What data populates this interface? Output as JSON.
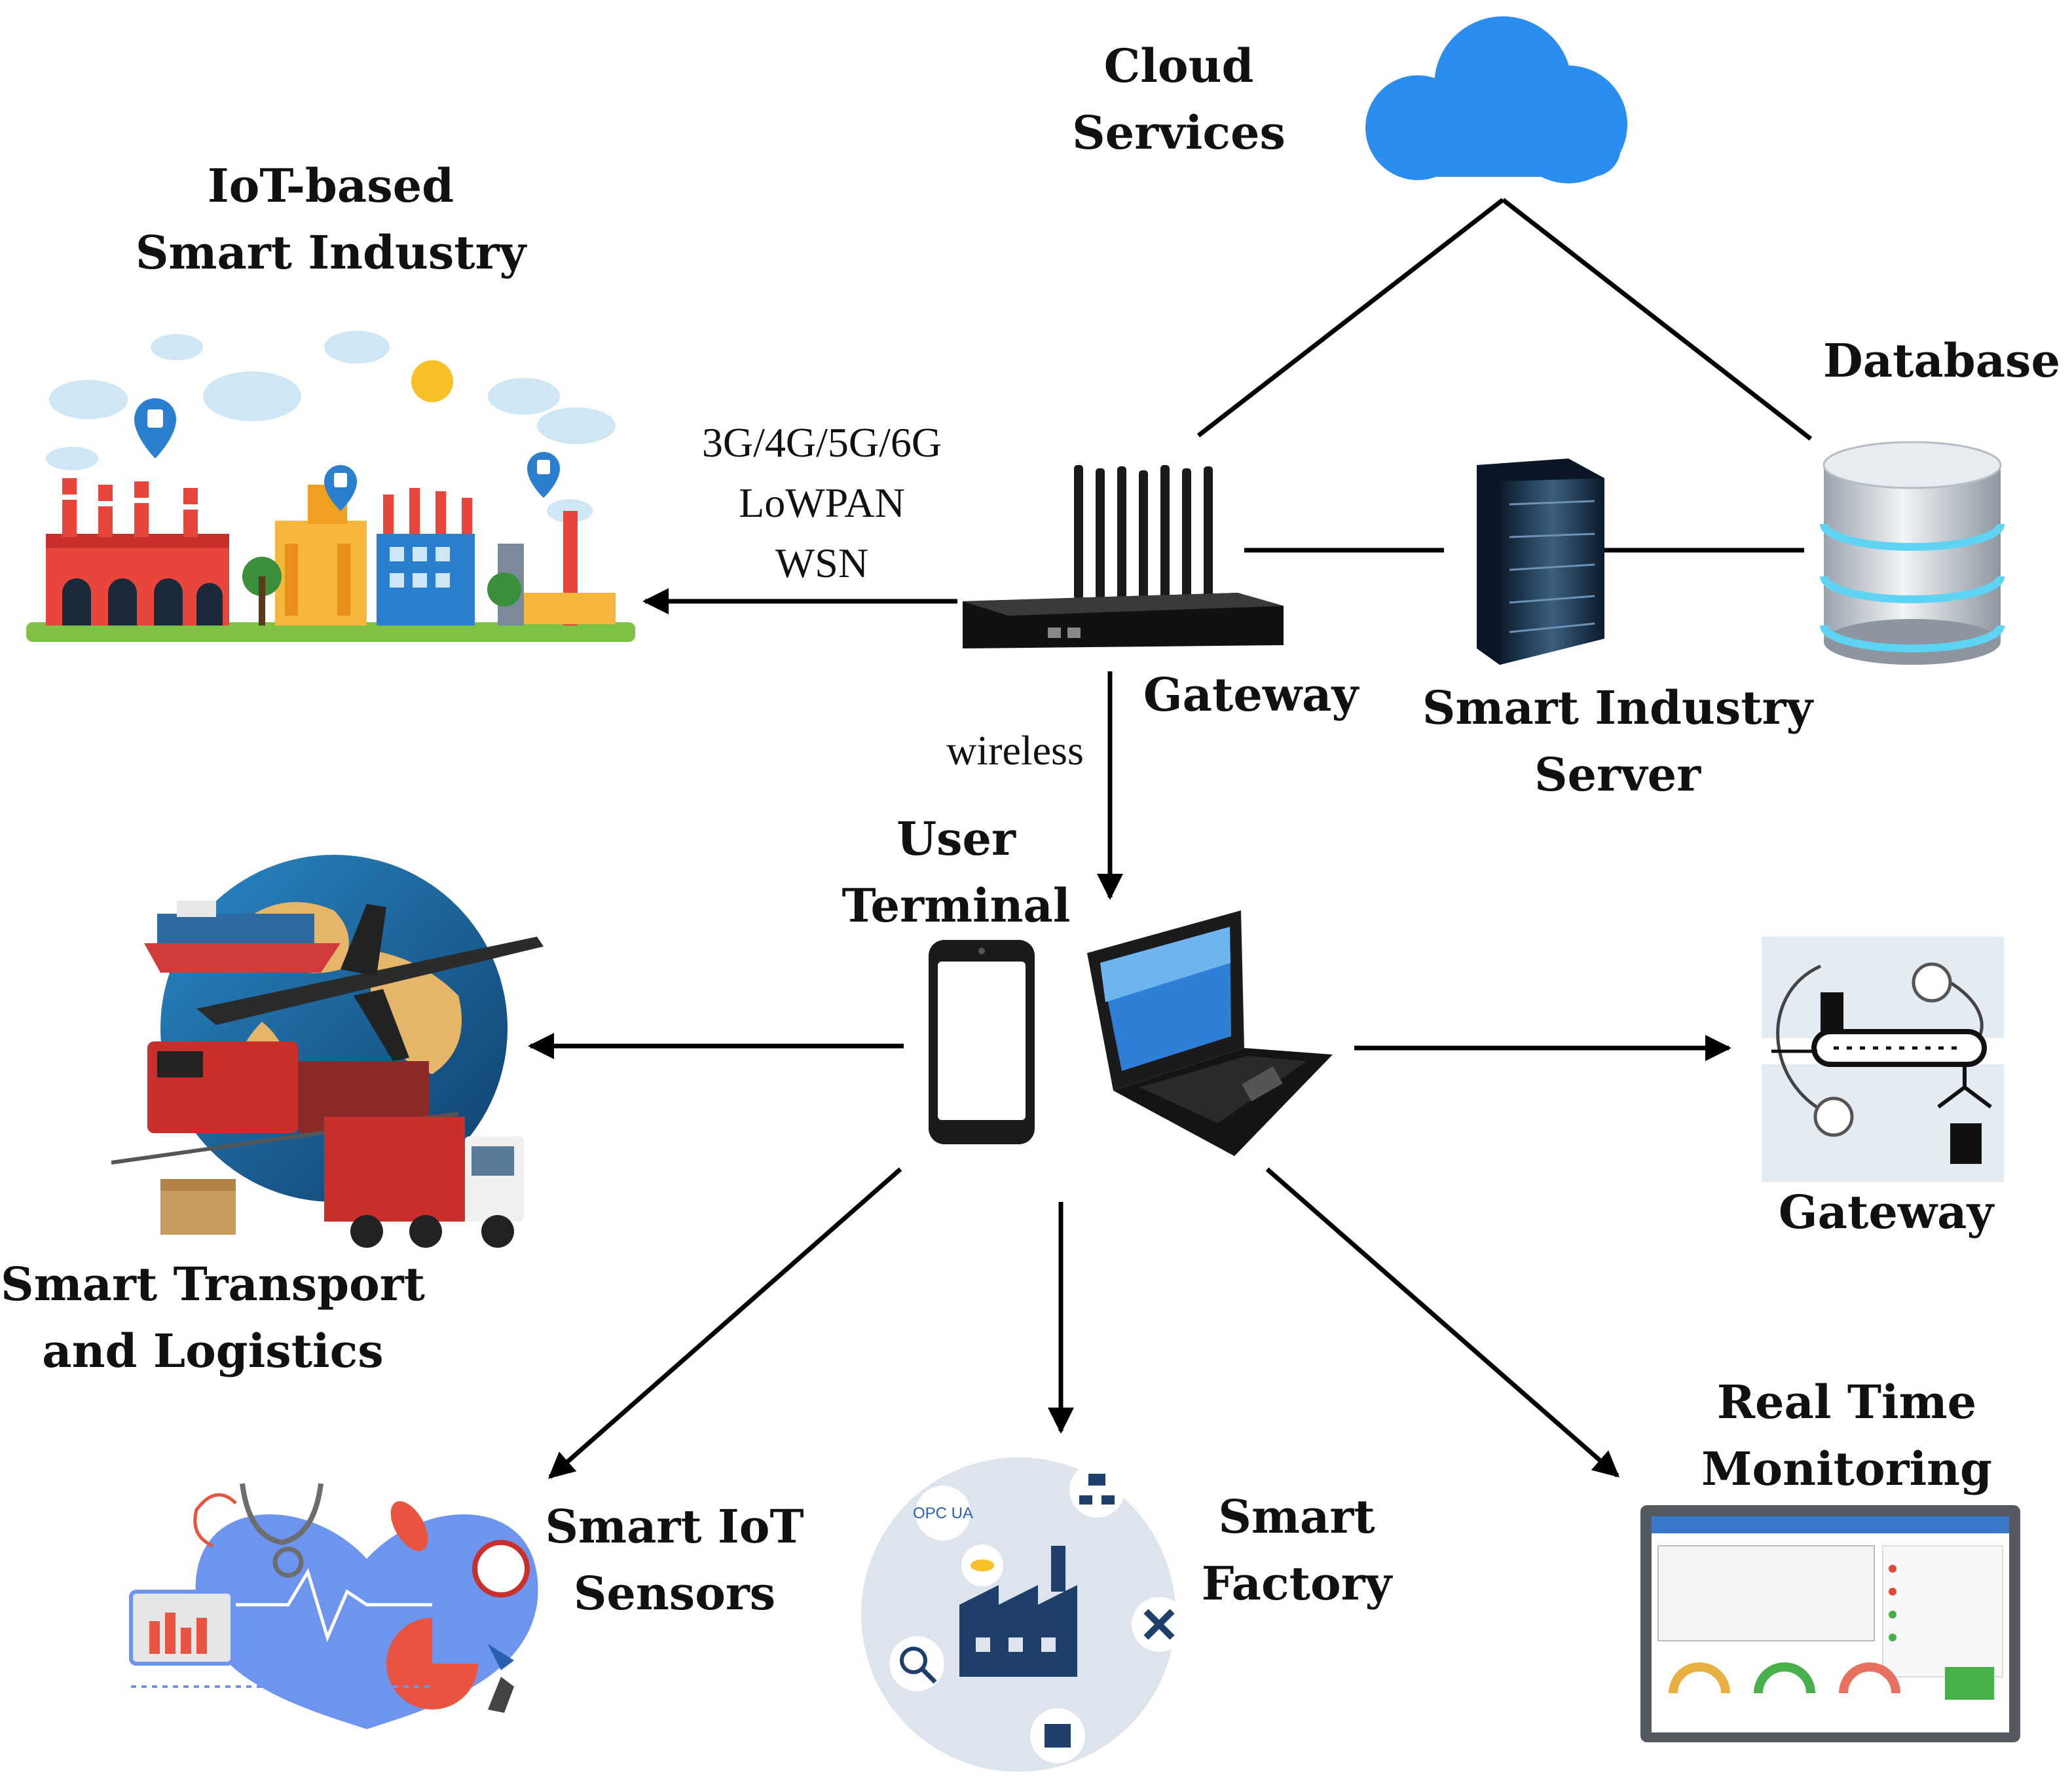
{
  "labels": {
    "cloud": [
      "Cloud",
      "Services"
    ],
    "iot_industry": [
      "IoT-based",
      "Smart Industry"
    ],
    "database": "Database",
    "gateway_top": "Gateway",
    "server": [
      "Smart Industry",
      "Server"
    ],
    "user_terminal": [
      "User",
      "Terminal"
    ],
    "transport": [
      "Smart Transport",
      "and Logistics"
    ],
    "gateway_right": "Gateway",
    "sensors": [
      "Smart IoT",
      "Sensors"
    ],
    "factory": [
      "Smart",
      "Factory"
    ],
    "monitoring": [
      "Real Time",
      "Monitoring"
    ]
  },
  "link_labels": {
    "network": [
      "3G/4G/5G/6G",
      "LoWPAN",
      "WSN"
    ],
    "wireless": "wireless"
  },
  "factory_icon_text": "OPC UA",
  "colors": {
    "cloud": "#2a8df0",
    "line": "#000000",
    "factory_red": "#e8453c",
    "ground_green": "#7dc242",
    "db_cyan": "#5fd3f3"
  }
}
